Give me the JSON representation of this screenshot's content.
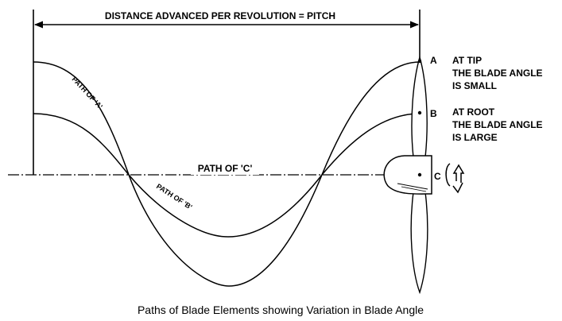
{
  "diagram": {
    "pitch_label": "DISTANCE ADVANCED PER REVOLUTION = PITCH",
    "path_c_label": "PATH OF 'C'",
    "path_a_label": "PATH OF 'A'",
    "path_b_label": "PATH OF 'B'",
    "point_a": "A",
    "point_b": "B",
    "point_c": "C",
    "tip_note": [
      "AT TIP",
      "THE BLADE ANGLE",
      "IS SMALL"
    ],
    "root_note": [
      "AT ROOT",
      "THE BLADE ANGLE",
      "IS LARGE"
    ],
    "caption": "Paths of Blade Elements showing Variation in Blade Angle"
  }
}
